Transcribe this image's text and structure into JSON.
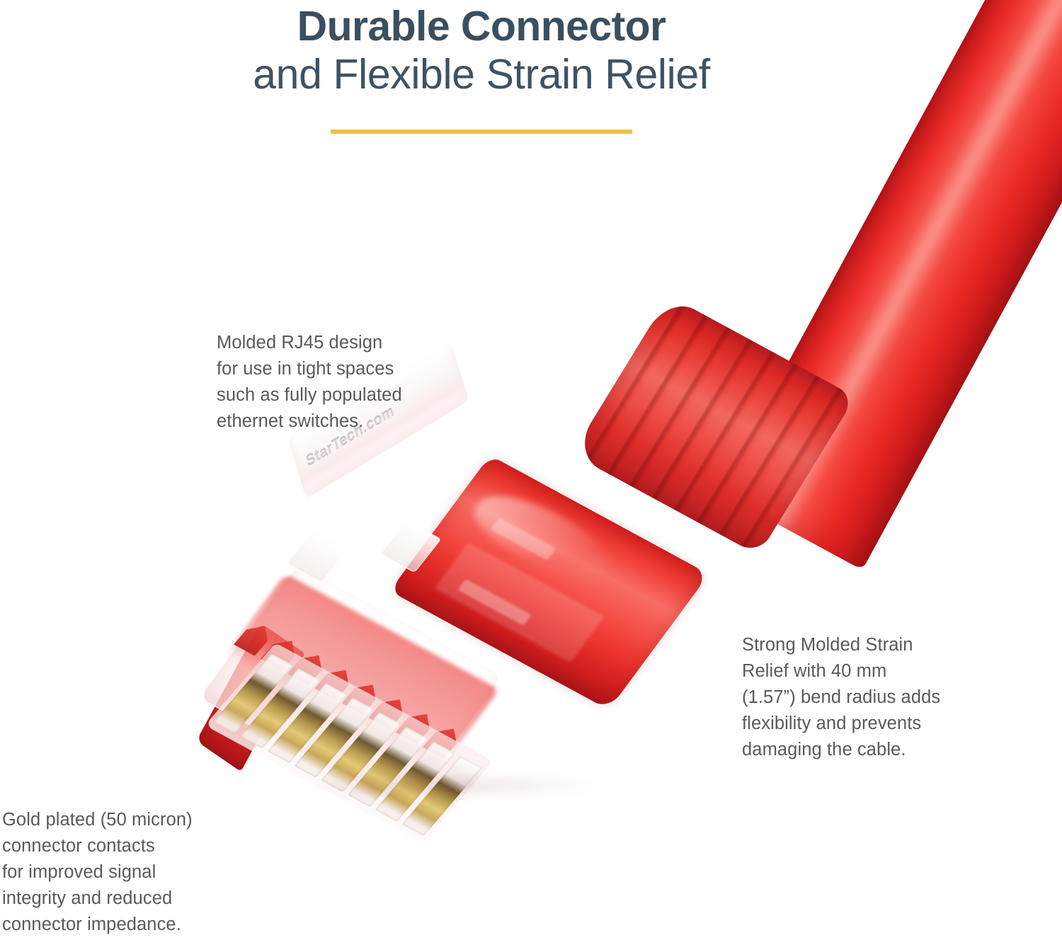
{
  "heading": {
    "line1": "Durable Connector",
    "line2": "and Flexible Strain Relief",
    "accent_color": "#f2bf43",
    "title_color": "#3a4f5f"
  },
  "callouts": [
    {
      "id": "molded-rj45",
      "text": "Molded RJ45 design\nfor use in tight spaces\nsuch as fully populated\nethernet switches."
    },
    {
      "id": "strain-relief",
      "text": "Strong Molded Strain\nRelief with 40 mm\n(1.57”) bend radius adds\nflexibility and prevents\ndamaging the cable."
    },
    {
      "id": "gold-plated-contacts",
      "text": "Gold plated (50 micron)\nconnector contacts\nfor improved signal\nintegrity and reduced\nconnector impedance."
    }
  ],
  "product": {
    "brand_emboss": "StarTech.com",
    "cable_color": "#ee2f2c",
    "boot_color": "#e0241f",
    "contact_color": "#e3c978",
    "contact_count": 8,
    "text_color": "#58595b",
    "background_color": "#ffffff"
  }
}
